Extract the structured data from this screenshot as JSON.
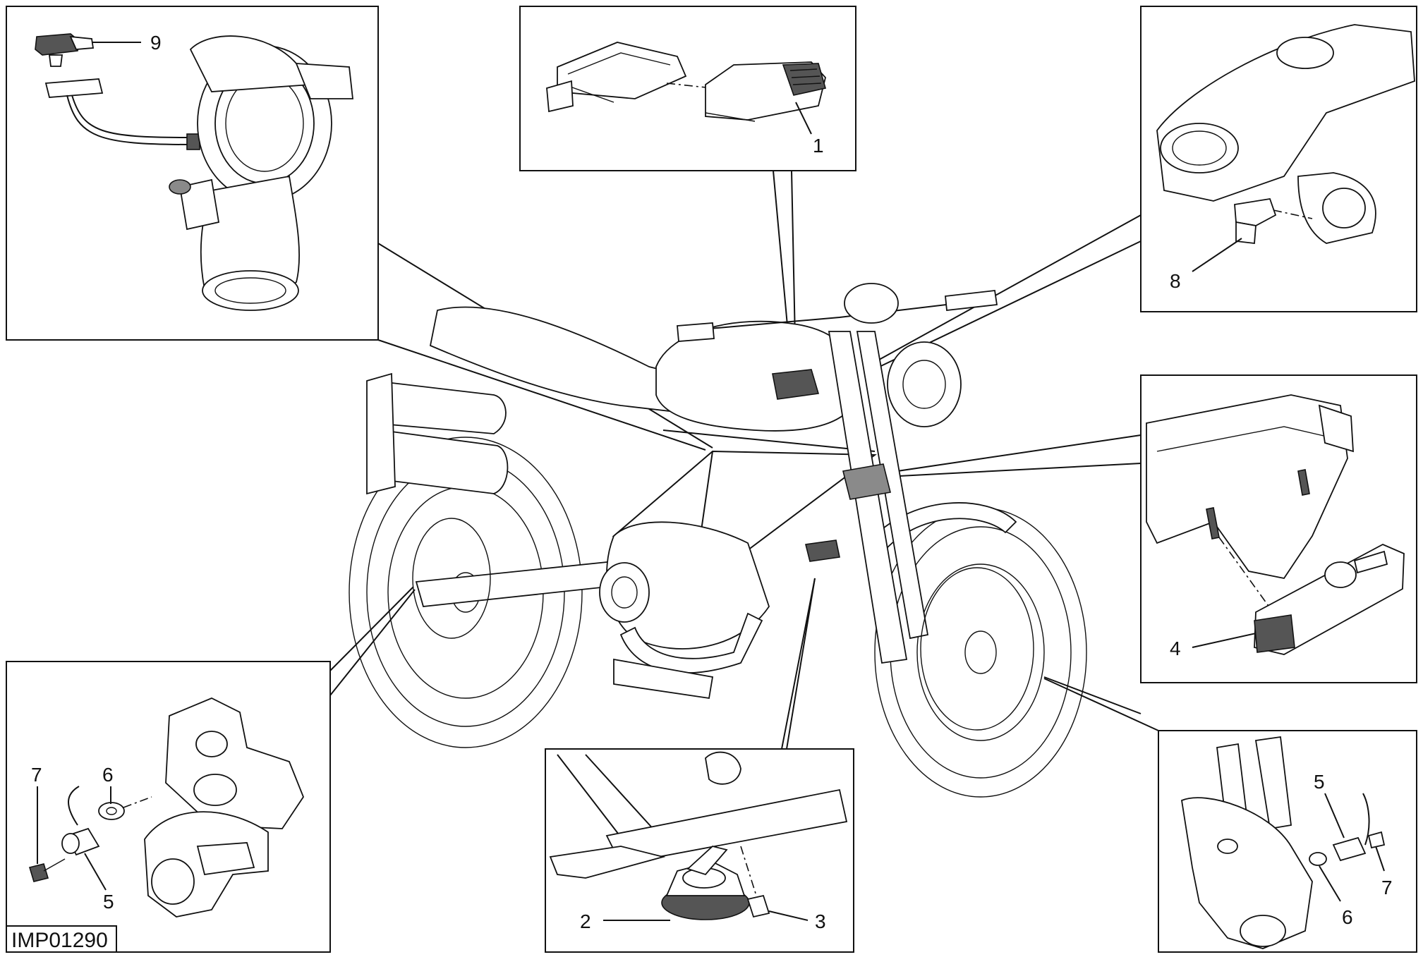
{
  "drawing_code": "IMP01290",
  "callouts": {
    "ecu": "1",
    "horn": "2",
    "horn_screw": "3",
    "voltage_regulator": "4",
    "rear_sensor": "5",
    "rear_washer": "6",
    "rear_screw": "7",
    "ignition_sensor": "8",
    "map_sensor": "9",
    "front_sensor": "5",
    "front_washer": "6",
    "front_screw": "7"
  },
  "colors": {
    "line": "#111111",
    "highlight": "#555555",
    "background": "#ffffff"
  }
}
